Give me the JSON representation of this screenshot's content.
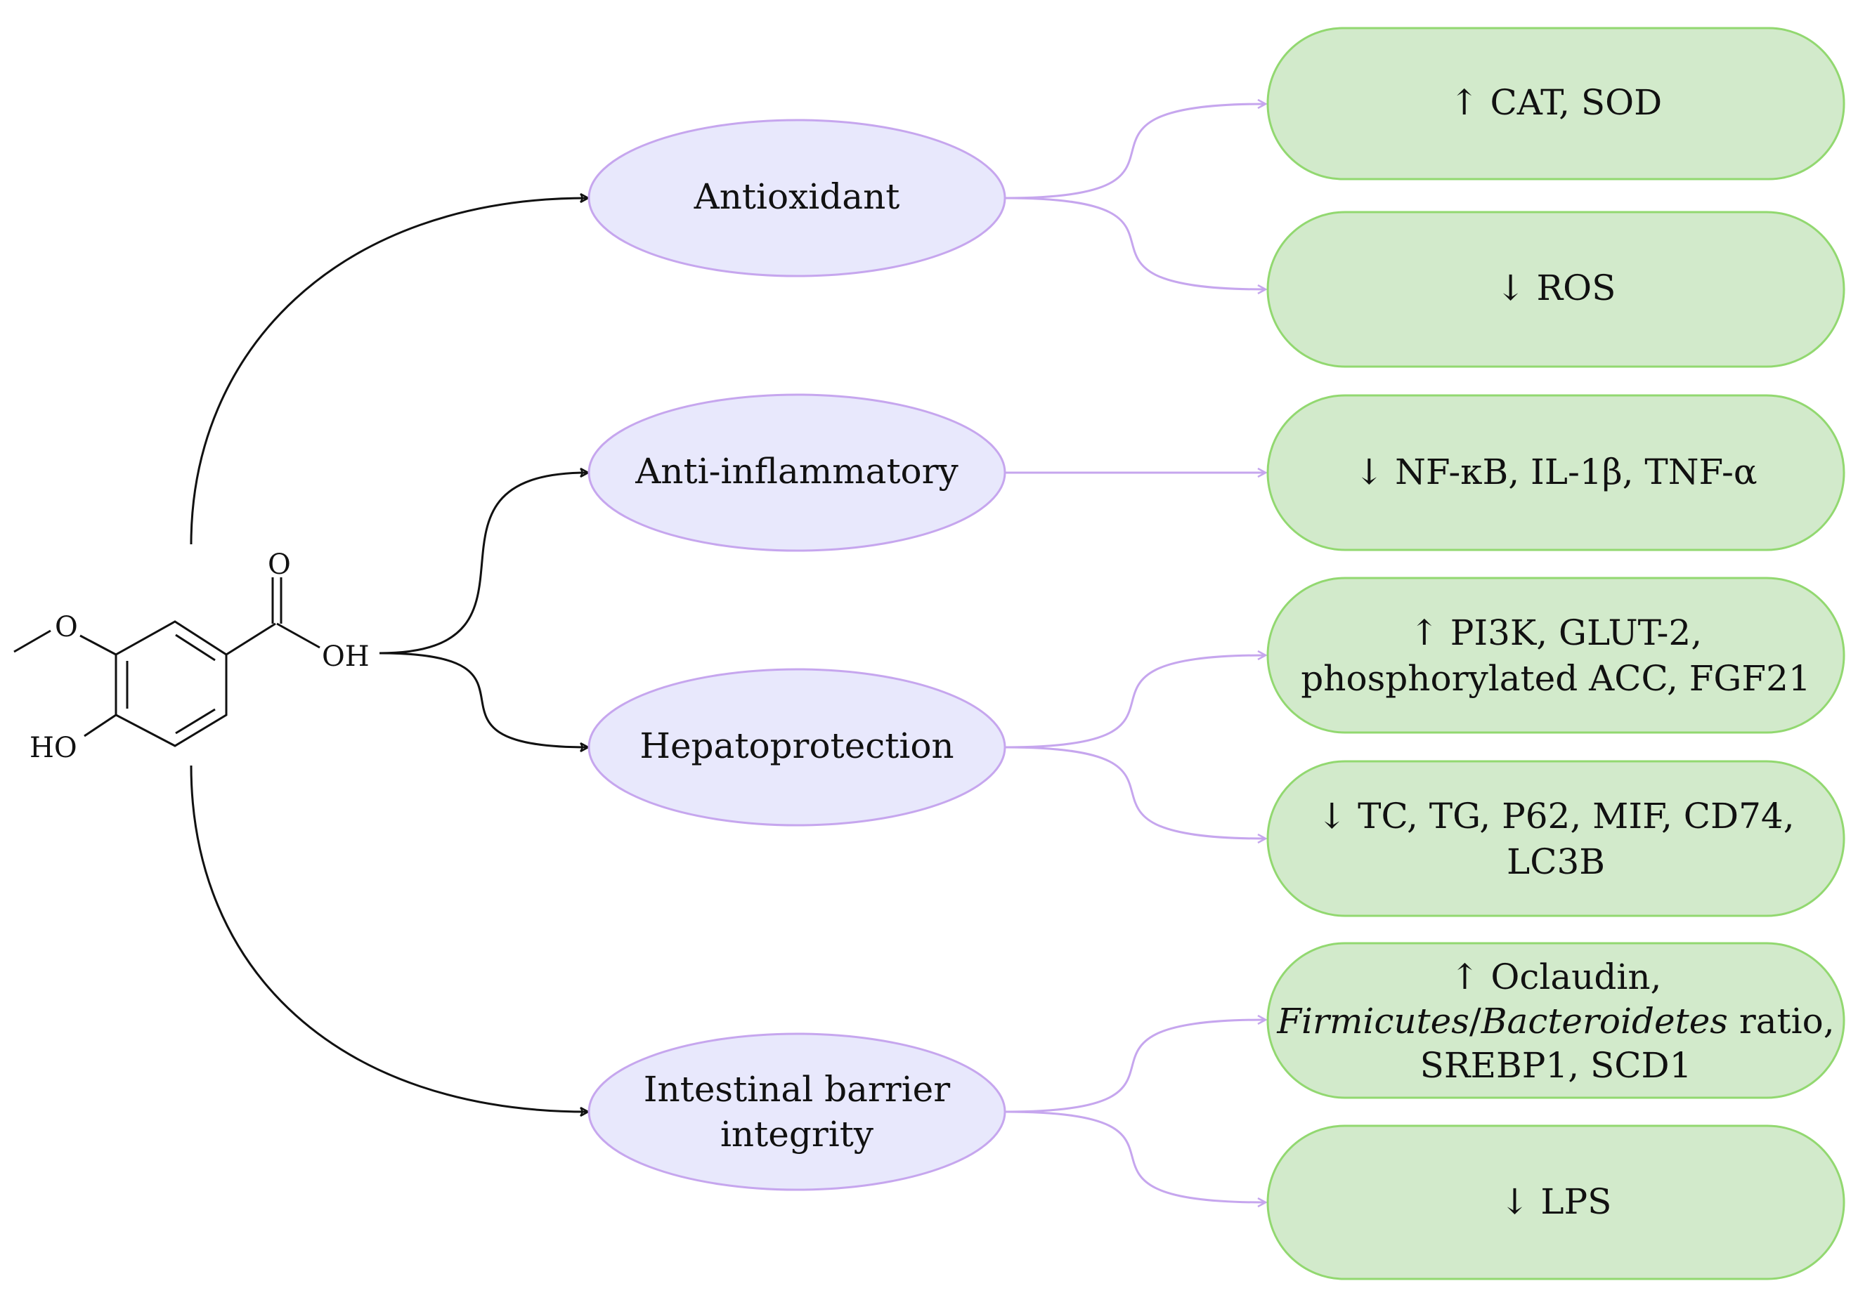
{
  "molecule": {
    "methoxy_o": "O",
    "hydroxy": "HO",
    "carbonyl_o": "O",
    "acid_oh": "OH"
  },
  "effects": [
    {
      "label_lines": [
        "Antioxidant"
      ]
    },
    {
      "label_lines": [
        "Anti-inflammatory"
      ]
    },
    {
      "label_lines": [
        "Hepatoprotection"
      ]
    },
    {
      "label_lines": [
        "Intestinal barrier",
        "integrity"
      ]
    }
  ],
  "outcomes": [
    {
      "lines": [
        "↑ CAT, SOD"
      ]
    },
    {
      "lines": [
        "↓ ROS"
      ]
    },
    {
      "lines": [
        "↓ NF-κB, IL-1β, TNF-α"
      ]
    },
    {
      "lines": [
        "↑ PI3K, GLUT-2,",
        "phosphorylated ACC, FGF21"
      ]
    },
    {
      "lines": [
        "↓ TC, TG, P62, MIF, CD74,",
        "LC3B"
      ]
    },
    {
      "line1": "↑ Oclaudin,",
      "line2_italic_a": "Firmicutes",
      "line2_sep": "/",
      "line2_italic_b": "Bacteroidetes",
      "line2_rest": " ratio,",
      "line3": "SREBP1, SCD1"
    },
    {
      "lines": [
        "↓ LPS"
      ]
    }
  ],
  "colors": {
    "ellipse_fill": "#e8e8fc",
    "ellipse_stroke": "#c6a6ee",
    "pill_fill": "#d2eacb",
    "pill_stroke": "#92d870",
    "purple_arrow": "#c6a6ee",
    "black_arrow": "#111111"
  }
}
